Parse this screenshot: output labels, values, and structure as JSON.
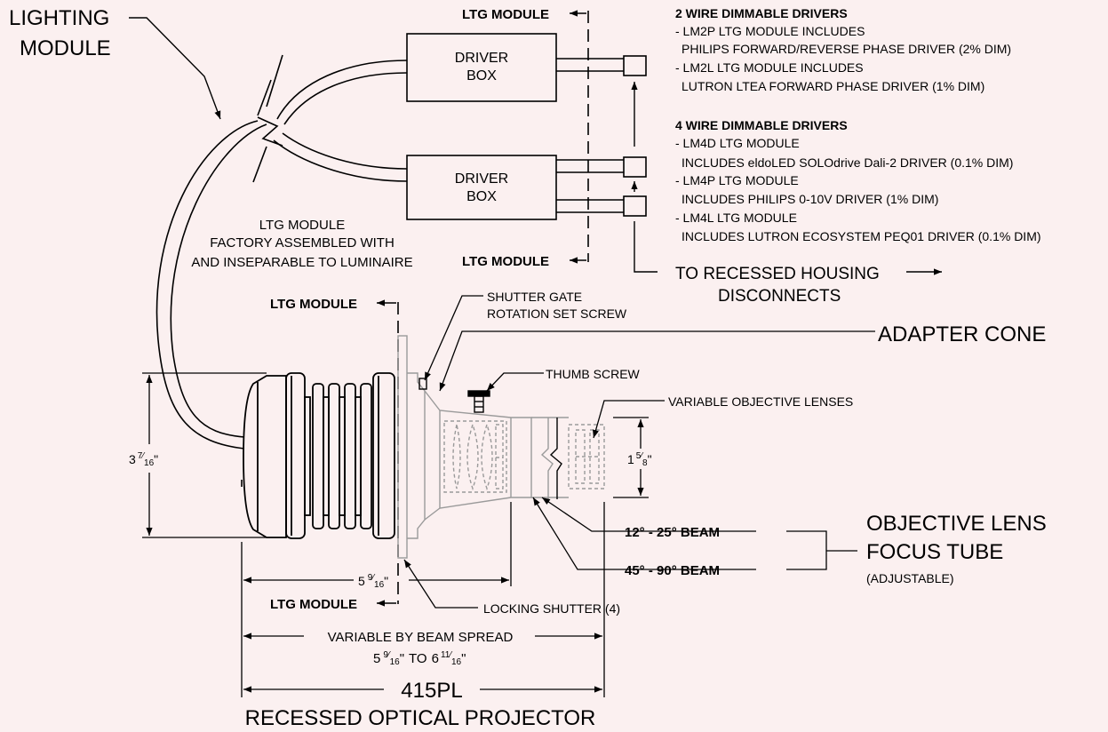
{
  "colors": {
    "background": "#fbf0f0",
    "line": "#000000",
    "hidden_line": "#9a9a9a"
  },
  "labels": {
    "lighting_module_1": "LIGHTING",
    "lighting_module_2": "MODULE",
    "ltg_module": "LTG MODULE",
    "driver_box_1": "DRIVER",
    "driver_box_2": "BOX",
    "assembled_1": "LTG MODULE",
    "assembled_2": "FACTORY ASSEMBLED WITH",
    "assembled_3": "AND INSEPARABLE TO LUMINAIRE",
    "to_housing_1": "TO RECESSED HOUSING",
    "to_housing_2": "DISCONNECTS",
    "shutter_gate_1": "SHUTTER GATE",
    "shutter_gate_2": "ROTATION SET SCREW",
    "adapter_cone": "ADAPTER CONE",
    "thumb_screw": "THUMB SCREW",
    "objective_lenses": "VARIABLE OBJECTIVE LENSES",
    "beam_narrow": "12° - 25° BEAM",
    "beam_wide": "45° - 90° BEAM",
    "focus_tube_1": "OBJECTIVE LENS",
    "focus_tube_2": "FOCUS TUBE",
    "focus_tube_3": "(ADJUSTABLE)",
    "locking_shutter": "LOCKING SHUTTER (4)",
    "variable_by_beam": "VARIABLE BY BEAM SPREAD",
    "model": "415PL",
    "product_name": "RECESSED OPTICAL PROJECTOR"
  },
  "dimensions": {
    "height_whole": "3",
    "height_num": "7",
    "height_den": "16",
    "height_unit": "\"",
    "lens_whole": "1",
    "lens_num": "5",
    "lens_den": "8",
    "lens_unit": "\"",
    "length_whole": "5",
    "length_num": "9",
    "length_den": "16",
    "length_unit": "\"",
    "range_a_whole": "5",
    "range_a_num": "9",
    "range_a_den": "16",
    "range_a_unit": "\"",
    "range_to": "TO",
    "range_b_whole": "6",
    "range_b_num": "11",
    "range_b_den": "16",
    "range_b_unit": "\""
  },
  "notes": {
    "two_wire_title": "2 WIRE DIMMABLE DRIVERS",
    "two_wire_lines": [
      "- LM2P LTG MODULE INCLUDES",
      "  PHILIPS FORWARD/REVERSE PHASE DRIVER (2% DIM)",
      "- LM2L LTG MODULE INCLUDES",
      "  LUTRON LTEA FORWARD PHASE DRIVER (1% DIM)"
    ],
    "four_wire_title": "4 WIRE DIMMABLE DRIVERS",
    "four_wire_lines": [
      "- LM4D LTG MODULE",
      "  INCLUDES eldoLED SOLOdrive Dali-2 DRIVER (0.1% DIM)",
      "- LM4P LTG MODULE",
      "  INCLUDES PHILIPS 0-10V DRIVER (1% DIM)",
      "- LM4L LTG MODULE",
      "  INCLUDES LUTRON ECOSYSTEM PEQ01 DRIVER (0.1% DIM)"
    ]
  }
}
